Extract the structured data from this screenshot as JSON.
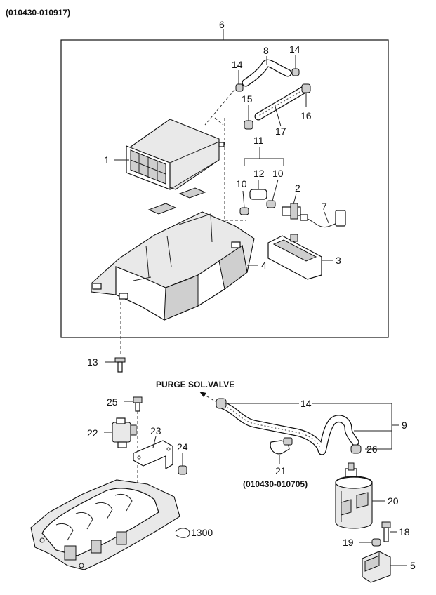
{
  "header": {
    "code": "(010430-010917)"
  },
  "assembly_label": "6",
  "callouts": {
    "c1": "1",
    "c2": "2",
    "c3": "3",
    "c4": "4",
    "c5": "5",
    "c7": "7",
    "c8": "8",
    "c9": "9",
    "c10a": "10",
    "c10b": "10",
    "c11": "11",
    "c12": "12",
    "c13": "13",
    "c14a": "14",
    "c14b": "14",
    "c14c": "14",
    "c15": "15",
    "c16": "16",
    "c17": "17",
    "c18": "18",
    "c19": "19",
    "c20": "20",
    "c21": "21",
    "c22": "22",
    "c23": "23",
    "c24": "24",
    "c25": "25",
    "c26": "26",
    "c1300": "1300"
  },
  "annotations": {
    "purge_valve": "PURGE SOL.VALVE",
    "sub_code": "(010430-010705)"
  }
}
